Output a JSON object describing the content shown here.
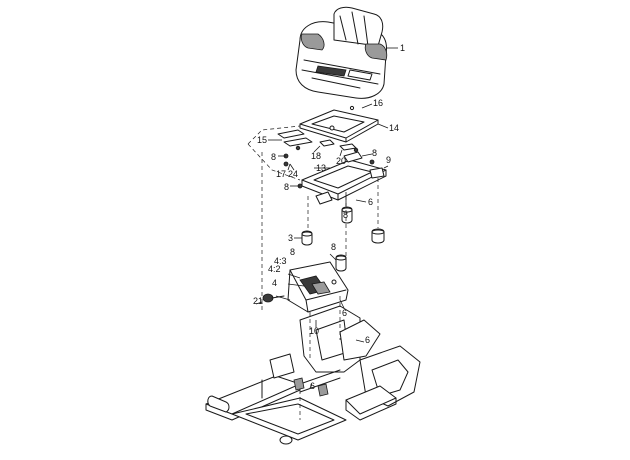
{
  "callouts": [
    {
      "id": "c1",
      "text": "1"
    },
    {
      "id": "c16",
      "text": "16"
    },
    {
      "id": "c14",
      "text": "14"
    },
    {
      "id": "c15",
      "text": "15"
    },
    {
      "id": "c18",
      "text": "18"
    },
    {
      "id": "c20",
      "text": "20"
    },
    {
      "id": "c8a",
      "text": "8"
    },
    {
      "id": "c24",
      "text": "24"
    },
    {
      "id": "c17",
      "text": "17"
    },
    {
      "id": "c13",
      "text": "13"
    },
    {
      "id": "c8b",
      "text": "8"
    },
    {
      "id": "c9",
      "text": "9"
    },
    {
      "id": "c8c",
      "text": "8"
    },
    {
      "id": "c6a",
      "text": "6"
    },
    {
      "id": "c8d",
      "text": "8"
    },
    {
      "id": "c3",
      "text": "3"
    },
    {
      "id": "c8e",
      "text": "8"
    },
    {
      "id": "c8f",
      "text": "8"
    },
    {
      "id": "c43a",
      "text": "4:3"
    },
    {
      "id": "c42",
      "text": "4:2"
    },
    {
      "id": "c4",
      "text": "4"
    },
    {
      "id": "c21",
      "text": "21"
    },
    {
      "id": "c6b",
      "text": "6"
    },
    {
      "id": "c10",
      "text": "10"
    },
    {
      "id": "c6c",
      "text": "6"
    },
    {
      "id": "c6d",
      "text": "6"
    }
  ]
}
